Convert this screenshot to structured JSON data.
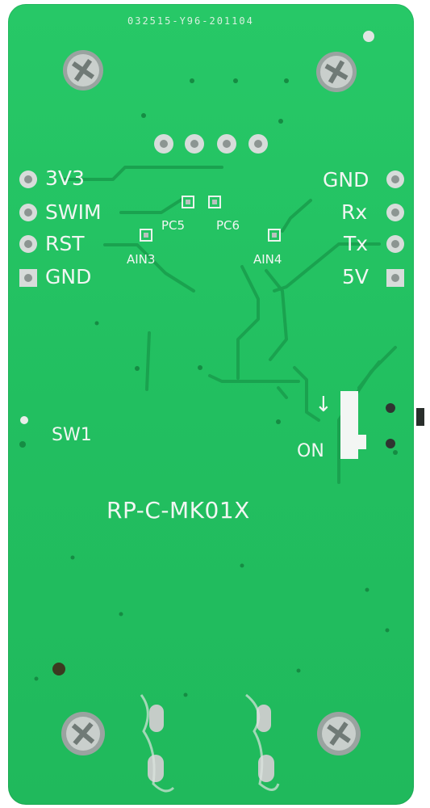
{
  "board": {
    "serial": "032515-Y96-201104",
    "model": "RP-C-MK01X",
    "switch_label": "SW1",
    "switch_on": "ON",
    "switch_arrow": "↓"
  },
  "header_left": [
    {
      "label": "3V3"
    },
    {
      "label": "SWIM"
    },
    {
      "label": "RST"
    },
    {
      "label": "GND"
    }
  ],
  "header_right": [
    {
      "label": "GND"
    },
    {
      "label": "Rx"
    },
    {
      "label": "Tx"
    },
    {
      "label": "5V"
    }
  ],
  "test_pads": [
    {
      "label": "PC5"
    },
    {
      "label": "PC6"
    },
    {
      "label": "AIN3"
    },
    {
      "label": "AIN4"
    }
  ],
  "colors": {
    "pcb": "#22bf60",
    "trace": "#1a9e4e",
    "silkscreen": "#f1f6f2",
    "pad": "#cfd6d2"
  }
}
